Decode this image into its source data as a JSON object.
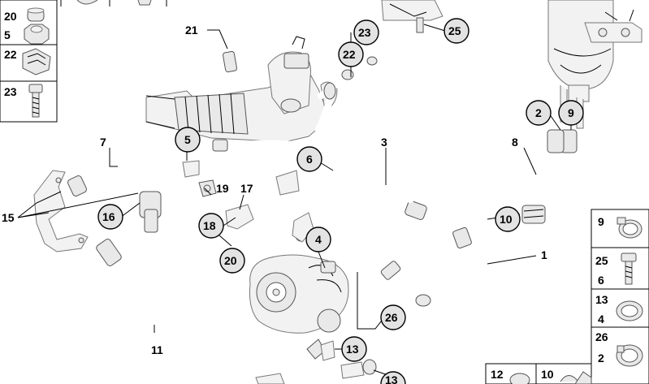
{
  "callouts": {
    "c21": "21",
    "c23": "23",
    "c22": "22",
    "c25": "25",
    "c2": "2",
    "c9": "9",
    "c8": "8",
    "c7": "7",
    "c5": "5",
    "c6": "6",
    "c3": "3",
    "c19": "19",
    "c17": "17",
    "c15": "15",
    "c16": "16",
    "c18": "18",
    "c10": "10",
    "c4": "4",
    "c1": "1",
    "c20": "20",
    "c26": "26",
    "c11": "11",
    "c13a": "13",
    "c13b": "13"
  },
  "left_panel": [
    "20",
    "5",
    "22",
    "23"
  ],
  "right_panel": [
    {
      "top": "9",
      "bottom": ""
    },
    {
      "top": "25",
      "bottom": "6"
    },
    {
      "top": "13",
      "bottom": "4"
    },
    {
      "top": "26",
      "bottom": "2"
    }
  ],
  "bottom_panel": [
    "12",
    "10"
  ]
}
